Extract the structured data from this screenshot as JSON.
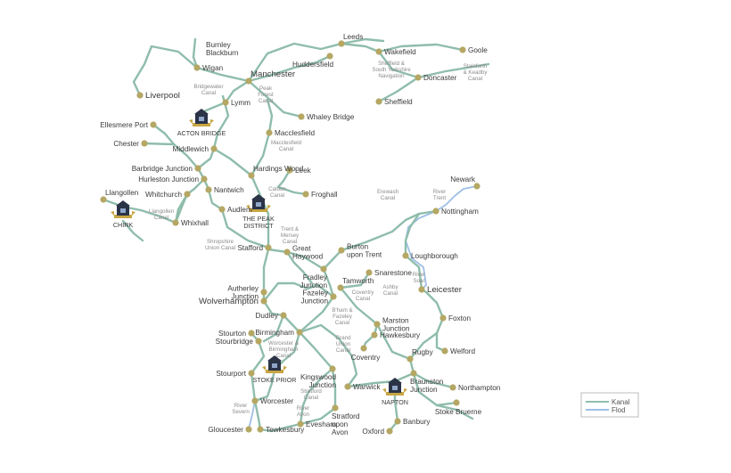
{
  "colors": {
    "canal": "#8fbdab",
    "river": "#9fbfe6",
    "town": "#b5a764",
    "marina_dark": "#2b3347",
    "marina_gold": "#c7a542"
  },
  "legend": {
    "canal": "Kanal",
    "river": "Flod"
  },
  "marina_icon": "boat-marina-icon",
  "towns": [
    {
      "id": "wigan",
      "label": "Wigan"
    },
    {
      "id": "liverpool",
      "label": "Liverpool",
      "major": true
    },
    {
      "id": "manchester",
      "label": "Manchester",
      "major": true
    },
    {
      "id": "leeds",
      "label": "Leeds"
    },
    {
      "id": "huddersfield",
      "label": "Huddersfield"
    },
    {
      "id": "wakefield",
      "label": "Wakefield"
    },
    {
      "id": "goole",
      "label": "Goole"
    },
    {
      "id": "doncaster",
      "label": "Doncaster"
    },
    {
      "id": "sheffield",
      "label": "Sheffield"
    },
    {
      "id": "lymm",
      "label": "Lymm"
    },
    {
      "id": "ellesmere_port",
      "label": "Ellesmere Port"
    },
    {
      "id": "chester",
      "label": "Chester"
    },
    {
      "id": "middlewich",
      "label": "Middlewich"
    },
    {
      "id": "whaley_bridge",
      "label": "Whaley Bridge"
    },
    {
      "id": "macclesfield",
      "label": "Macclesfield"
    },
    {
      "id": "hardings_wood",
      "label": "Hardings Wood"
    },
    {
      "id": "barbridge",
      "label": "Barbridge Junction"
    },
    {
      "id": "hurleston",
      "label": "Hurleston Junction"
    },
    {
      "id": "nantwich",
      "label": "Nantwich"
    },
    {
      "id": "whitchurch",
      "label": "Whitchurch"
    },
    {
      "id": "llangollen",
      "label": "Llangollen"
    },
    {
      "id": "audlem",
      "label": "Audlem"
    },
    {
      "id": "whixhall",
      "label": "Whixhall"
    },
    {
      "id": "leek",
      "label": "Leek"
    },
    {
      "id": "froghall",
      "label": "Froghall"
    },
    {
      "id": "newark",
      "label": "Newark"
    },
    {
      "id": "nottingham",
      "label": "Nottingham"
    },
    {
      "id": "stafford",
      "label": "Stafford"
    },
    {
      "id": "great_haywood",
      "label": "Great\nHaywood"
    },
    {
      "id": "burton",
      "label": "Burton\nupon Trent"
    },
    {
      "id": "loughborough",
      "label": "Loughborough"
    },
    {
      "id": "fradley",
      "label": "Fradley\nJunction"
    },
    {
      "id": "snarestone",
      "label": "Snarestone"
    },
    {
      "id": "tamworth",
      "label": "Tamworth"
    },
    {
      "id": "autherley",
      "label": "Autherley\nJunction"
    },
    {
      "id": "wolverhampton",
      "label": "Wolverhampton",
      "major": true
    },
    {
      "id": "fazeley",
      "label": "Fazeley\nJunction"
    },
    {
      "id": "leicester",
      "label": "Leicester",
      "major": true
    },
    {
      "id": "dudley",
      "label": "Dudley"
    },
    {
      "id": "foxton",
      "label": "Foxton"
    },
    {
      "id": "marston",
      "label": "Marston\nJunction"
    },
    {
      "id": "stourton",
      "label": "Stourton"
    },
    {
      "id": "birmingham",
      "label": "Birmingham"
    },
    {
      "id": "hawkesbury",
      "label": "Hawkesbury"
    },
    {
      "id": "stourbridge",
      "label": "Stourbridge"
    },
    {
      "id": "coventry",
      "label": "Coventry"
    },
    {
      "id": "welford",
      "label": "Welford"
    },
    {
      "id": "rugby",
      "label": "Rugby"
    },
    {
      "id": "stourport",
      "label": "Stourport"
    },
    {
      "id": "kingswood",
      "label": "Kingswood\nJunction"
    },
    {
      "id": "braunston",
      "label": "Braunston\nJunction"
    },
    {
      "id": "northampton",
      "label": "Northampton"
    },
    {
      "id": "warwick",
      "label": "Warwick"
    },
    {
      "id": "worcester",
      "label": "Worcester"
    },
    {
      "id": "stoke_bruerne",
      "label": "Stoke Bruerne"
    },
    {
      "id": "stratford",
      "label": "Stratford\nupon\nAvon"
    },
    {
      "id": "banbury",
      "label": "Banbury"
    },
    {
      "id": "gloucester",
      "label": "Gloucester"
    },
    {
      "id": "tewkesbury",
      "label": "Tewkesbury"
    },
    {
      "id": "evesham",
      "label": "Evesham"
    },
    {
      "id": "oxford",
      "label": "Oxford"
    }
  ],
  "marinas": [
    {
      "id": "acton_bridge",
      "label": "ACTON BRIDGE"
    },
    {
      "id": "chirk",
      "label": "CHIRK"
    },
    {
      "id": "peak_district",
      "label": "THE PEAK\nDISTRICT"
    },
    {
      "id": "stoke_prior",
      "label": "STOKE PRIOR"
    },
    {
      "id": "napton",
      "label": "NAPTON"
    }
  ],
  "place_notes": [
    {
      "id": "burnley",
      "label": "Burnley\nBlackburn"
    }
  ],
  "canal_labels": [
    {
      "id": "bridgewater",
      "label": "Bridgewater\nCanal"
    },
    {
      "id": "peak_forest",
      "label": "Peak\nForest\nCanal"
    },
    {
      "id": "macclesfield_canal",
      "label": "Macclesfield\nCanal"
    },
    {
      "id": "sheffield_sy",
      "label": "Sheffield &\nSouth Yorkshire\nNavigation"
    },
    {
      "id": "stainforth",
      "label": "Stainforth\n& Keadby\nCanal"
    },
    {
      "id": "caldon",
      "label": "Caldon\nCanal"
    },
    {
      "id": "llangollen_canal",
      "label": "Llangollen\nCanal"
    },
    {
      "id": "erewash",
      "label": "Erewash\nCanal"
    },
    {
      "id": "river_trent",
      "label": "River\nTrent"
    },
    {
      "id": "trent_mersey",
      "label": "Trent &\nMersey\nCanal"
    },
    {
      "id": "shropshire",
      "label": "Shropshire\nUnion Canal"
    },
    {
      "id": "coventry_canal",
      "label": "Coventry\nCanal"
    },
    {
      "id": "ashby",
      "label": "Ashby\nCanal"
    },
    {
      "id": "river_soar",
      "label": "River\nSoar"
    },
    {
      "id": "bham_fazeley",
      "label": "B'ham &\nFazeley\nCanal"
    },
    {
      "id": "grand_union",
      "label": "Grand\nUnion\nCanal"
    },
    {
      "id": "worcester_bham",
      "label": "Worcester &\nBirmingham\nCanal"
    },
    {
      "id": "stratford_canal",
      "label": "Stratford\nCanal"
    },
    {
      "id": "river_severn",
      "label": "River\nSevern"
    },
    {
      "id": "river_avon",
      "label": "River\nAvon"
    }
  ]
}
